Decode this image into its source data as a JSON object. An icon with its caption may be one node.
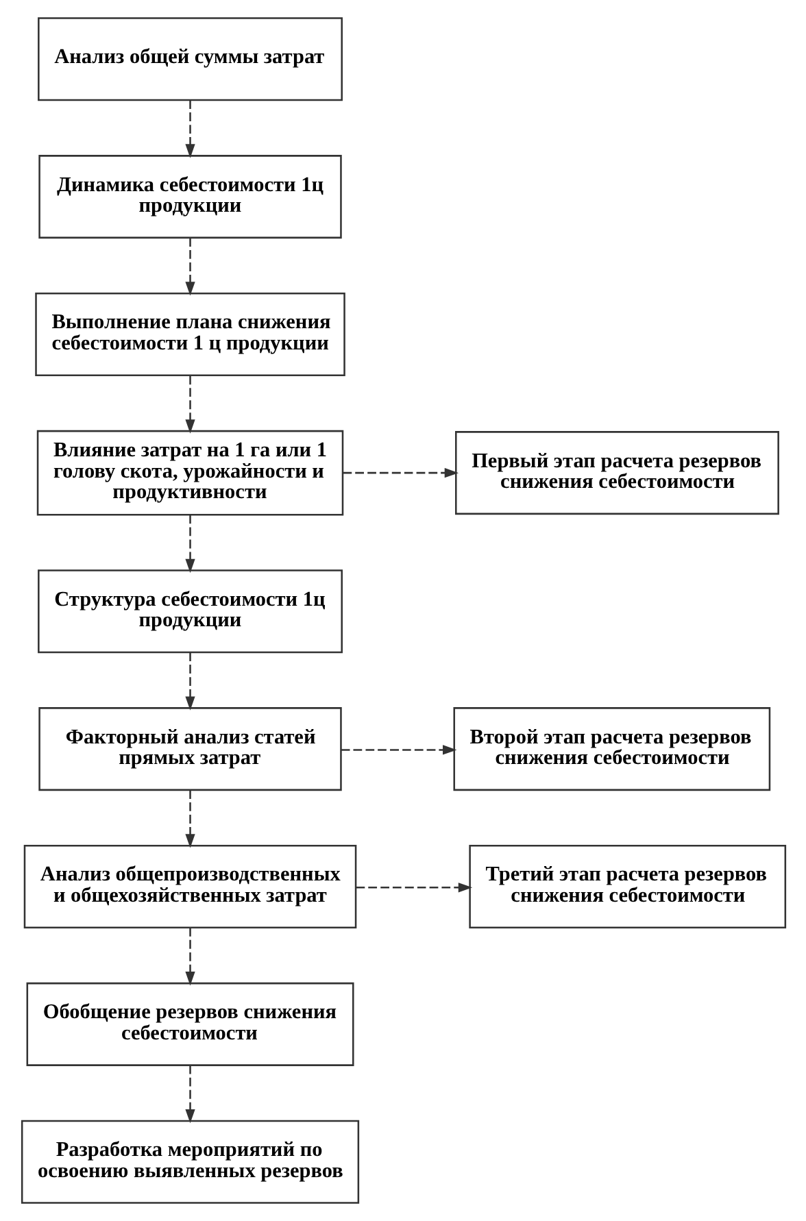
{
  "diagram": {
    "nodes": [
      {
        "text": [
          "Анализ общей суммы затрат"
        ]
      },
      {
        "text": [
          "Динамика себестоимости 1ц продукции"
        ]
      },
      {
        "text": [
          "Выполнение плана снижения себестоимости 1 ц продукции"
        ]
      },
      {
        "text": [
          "Влияние затрат на 1 га или 1 голову скота, урожайности и продуктивности"
        ]
      },
      {
        "text": [
          "Первый этап расчета резервов снижения себестоимости"
        ]
      },
      {
        "text": [
          "Структура себестоимости 1ц продукции"
        ]
      },
      {
        "text": [
          "Факторный анализ статей прямых затрат"
        ]
      },
      {
        "text": [
          "Второй этап расчета резервов снижения себестоимости"
        ]
      },
      {
        "text": [
          "Анализ общепроизводственных и общехозяйственных затрат"
        ]
      },
      {
        "text": [
          "Третий этап расчета резервов снижения себестоимости"
        ]
      },
      {
        "text": [
          "Обобщение резервов снижения себестоимости"
        ]
      },
      {
        "text": [
          "Разработка мероприятий по освоению выявленных резервов"
        ]
      }
    ],
    "edges": [
      {
        "from": 0,
        "to": 1,
        "arrow": "to",
        "style": "dashed"
      },
      {
        "from": 1,
        "to": 2,
        "arrow": "to",
        "style": "dashed"
      },
      {
        "from": 2,
        "to": 3,
        "arrow": "to",
        "style": "dashed"
      },
      {
        "from": 3,
        "to": 4,
        "arrow": "to",
        "style": "dashed"
      },
      {
        "from": 3,
        "to": 5,
        "arrow": "to",
        "style": "dashed"
      },
      {
        "from": 5,
        "to": 6,
        "arrow": "to",
        "style": "dashed"
      },
      {
        "from": 6,
        "to": 7,
        "arrow": "to",
        "style": "dashed"
      },
      {
        "from": 6,
        "to": 8,
        "arrow": "to",
        "style": "dashed"
      },
      {
        "from": 8,
        "to": 9,
        "arrow": "to",
        "style": "dashed"
      },
      {
        "from": 8,
        "to": 10,
        "arrow": "to",
        "style": "dashed"
      },
      {
        "from": 10,
        "to": 11,
        "arrow": "to",
        "style": "dashed"
      }
    ]
  }
}
